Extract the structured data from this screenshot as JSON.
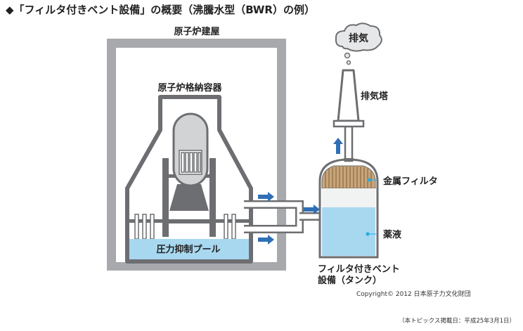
{
  "title": "◆「フィルタ付きベント設備」の概要（沸騰水型（BWR）の例）",
  "labels": {
    "reactor_building": "原子炉建屋",
    "containment_vessel": "原子炉格納容器",
    "suppression_pool": "圧力抑制プール",
    "exhaust_cloud": "排気",
    "exhaust_stack": "排気塔",
    "metal_filter": "金属フィルタ",
    "chemical_solution": "薬液",
    "filter_vent_line1": "フィルタ付きベント",
    "filter_vent_line2": "設備（タンク）"
  },
  "copyright": "Copyright© 2012 日本原子力文化財団",
  "footnote": "（本トピックス掲載日：平成25年3月1日）",
  "colors": {
    "building_gray": "#a7a9ac",
    "structure_gray": "#6d6e71",
    "vessel_light": "#d1d3d4",
    "water_blue": "#a8d8f0",
    "arrow_blue": "#2f6fb5",
    "filter_brown": "#c8a57a",
    "dot_cyan": "#29abe2"
  }
}
